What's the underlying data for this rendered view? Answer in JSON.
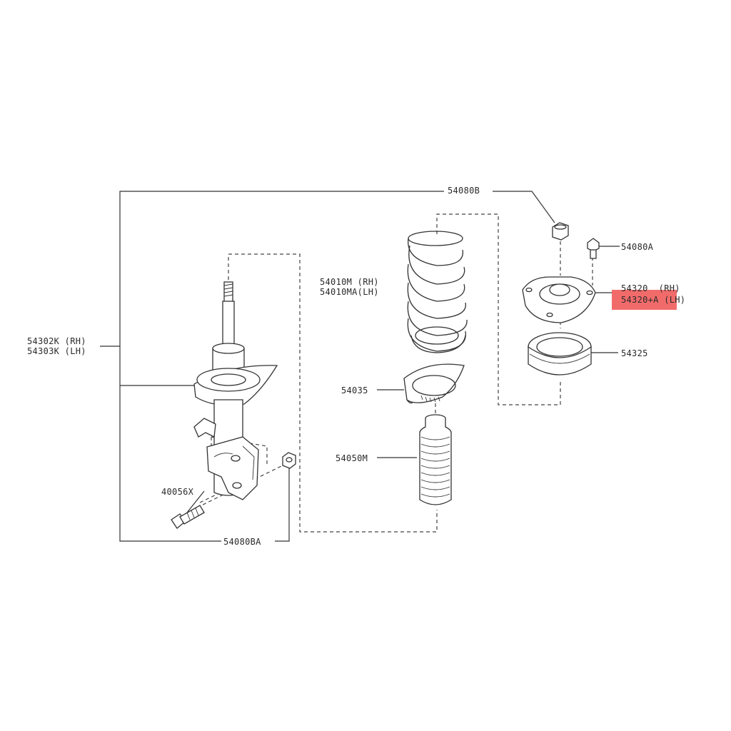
{
  "colors": {
    "line": "#333333",
    "highlight": "#f26b6b"
  },
  "labels": {
    "p54080B": "54080B",
    "p54080A": "54080A",
    "p54320_rh": "54320  (RH)",
    "p54320A_lh": "54320+A (LH)",
    "p54325": "54325",
    "p54010M_rh": "54010M (RH)",
    "p54010MA_lh": "54010MA(LH)",
    "p54035": "54035",
    "p54050M": "54050M",
    "p54302K_rh": "54302K (RH)",
    "p54303K_lh": "54303K (LH)",
    "p40056X": "40056X",
    "p54080BA": "54080BA"
  },
  "highlighted_part": "54320+A (LH)"
}
